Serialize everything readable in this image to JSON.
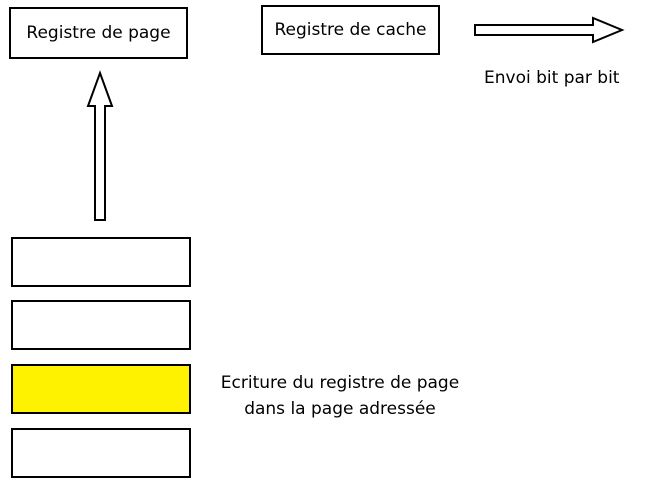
{
  "nodes": {
    "page_register": "Registre de page",
    "cache_register": "Registre de cache"
  },
  "labels": {
    "send": "Envoi bit par bit",
    "write_line1": "Ecriture du registre de page",
    "write_line2": "dans la page adressée"
  },
  "memory_pages": [
    {
      "highlighted": false
    },
    {
      "highlighted": false
    },
    {
      "highlighted": true
    },
    {
      "highlighted": false
    }
  ],
  "colors": {
    "highlight": "#fff200",
    "stroke": "#000000",
    "background": "#ffffff"
  },
  "arrows": [
    {
      "from": "memory-pages",
      "to": "page-register",
      "style": "hollow"
    },
    {
      "from": "cache-register",
      "to": "output",
      "style": "hollow"
    }
  ]
}
